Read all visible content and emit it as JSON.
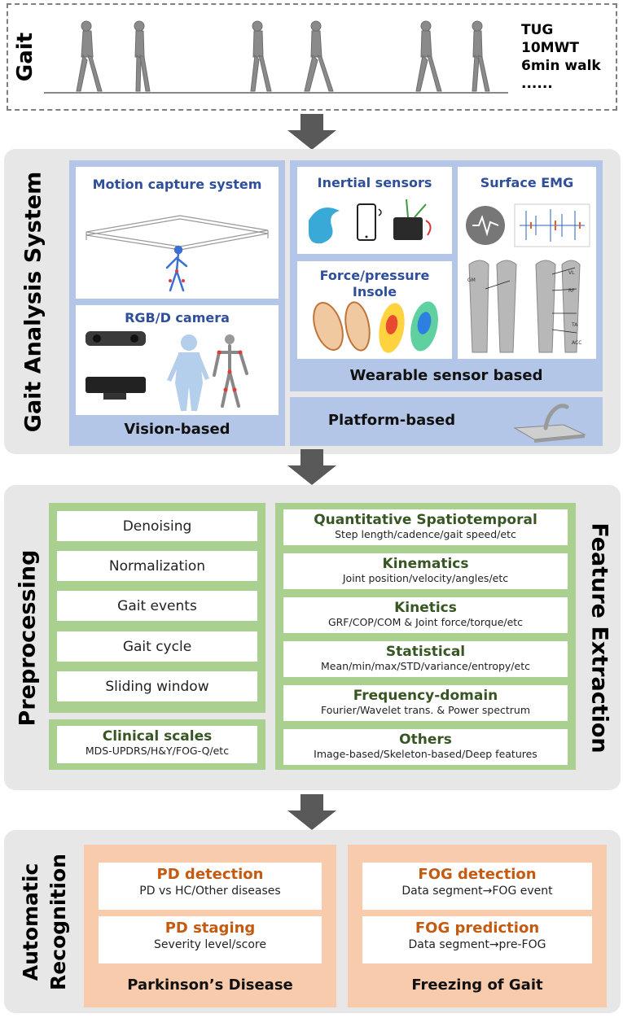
{
  "gait": {
    "label": "Gait",
    "tests": [
      "TUG",
      "10MWT",
      "6min walk",
      "......"
    ]
  },
  "gait_analysis": {
    "label": "Gait Analysis System",
    "motion_capture": "Motion capture system",
    "rgbd_camera": "RGB/D camera",
    "vision_based": "Vision-based",
    "inertial_sensors": "Inertial sensors",
    "surface_emg": "Surface EMG",
    "force_pressure_line1": "Force/pressure",
    "force_pressure_line2": "Insole",
    "wearable_based": "Wearable sensor based",
    "platform_based": "Platform-based",
    "emg_muscle_labels": [
      "VL",
      "RF",
      "GM",
      "TA",
      "ACC"
    ]
  },
  "preprocessing": {
    "label": "Preprocessing",
    "items": [
      "Denoising",
      "Normalization",
      "Gait events",
      "Gait cycle",
      "Sliding window"
    ],
    "clinical_title": "Clinical scales",
    "clinical_desc": "MDS-UPDRS/H&Y/FOG-Q/etc"
  },
  "feature_extraction": {
    "label": "Feature Extraction",
    "items": [
      {
        "title": "Quantitative Spatiotemporal",
        "desc": "Step length/cadence/gait speed/etc"
      },
      {
        "title": "Kinematics",
        "desc": "Joint position/velocity/angles/etc"
      },
      {
        "title": "Kinetics",
        "desc": "GRF/COP/COM & Joint force/torque/etc"
      },
      {
        "title": "Statistical",
        "desc": "Mean/min/max/STD/variance/entropy/etc"
      },
      {
        "title": "Frequency-domain",
        "desc": "Fourier/Wavelet trans. & Power spectrum"
      },
      {
        "title": "Others",
        "desc": "Image-based/Skeleton-based/Deep features"
      }
    ]
  },
  "recognition": {
    "label_line1": "Automatic",
    "label_line2": "Recognition",
    "pd": {
      "label": "Parkinson’s Disease",
      "detection_title": "PD detection",
      "detection_desc": "PD vs HC/Other diseases",
      "staging_title": "PD staging",
      "staging_desc": "Severity level/score"
    },
    "fog": {
      "label": "Freezing of Gait",
      "detection_title": "FOG detection",
      "detection_desc": "Data segment→FOG event",
      "prediction_title": "FOG prediction",
      "prediction_desc": "Data segment→pre-FOG"
    }
  },
  "colors": {
    "section_bg": "#e7e7e7",
    "blue_panel": "#b4c6e7",
    "blue_title": "#2f4f9a",
    "green_panel": "#a9d08e",
    "green_title": "#375623",
    "orange_panel": "#f8cbad",
    "orange_title": "#c55a11",
    "arrow": "#595959"
  }
}
